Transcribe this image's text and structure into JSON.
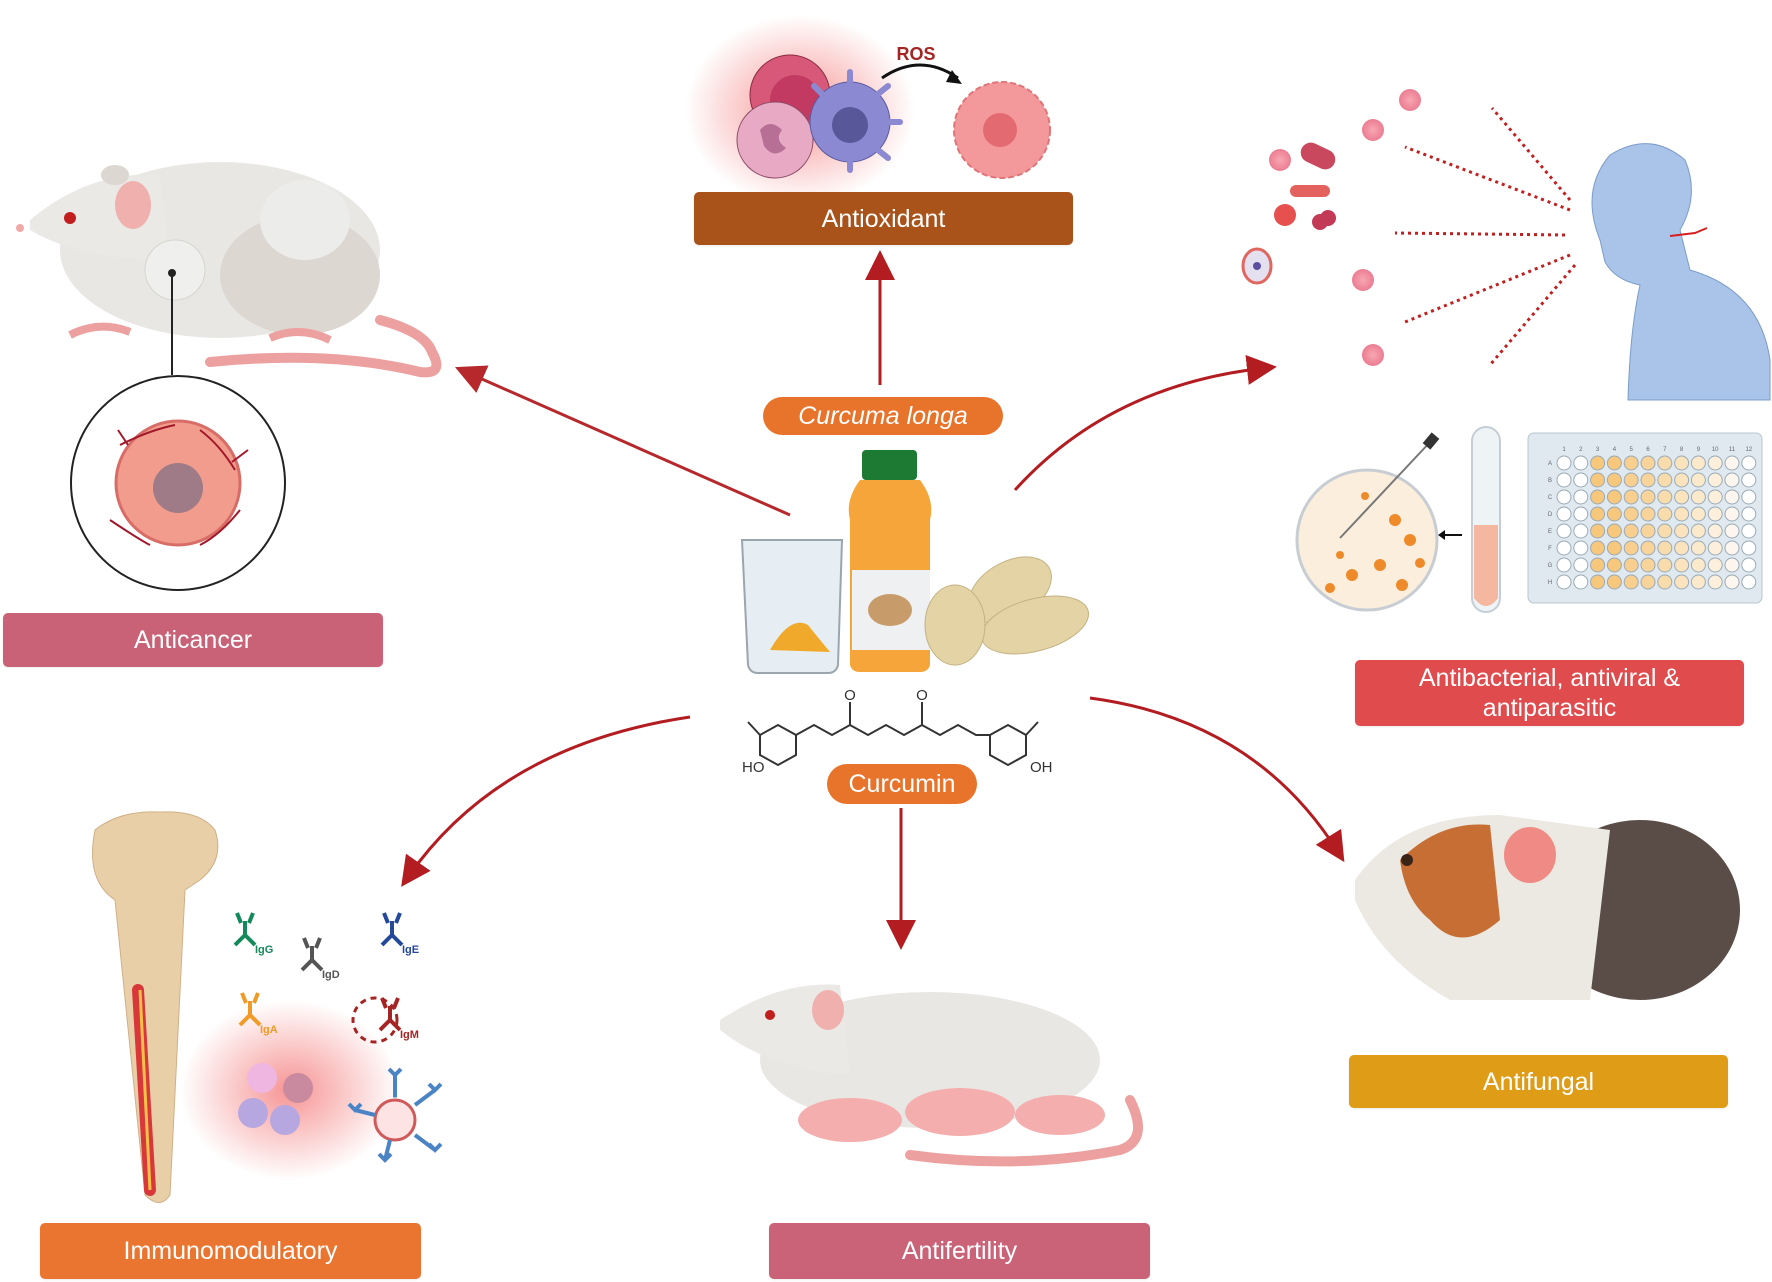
{
  "title": "Curcuma longa / Curcumin biological activities",
  "center": {
    "plant_label": "Curcuma longa",
    "compound_label": "Curcumin",
    "structure_labels": {
      "left_hydroxyl": "HO",
      "right_hydroxyl": "OH",
      "carbonyl": "O"
    }
  },
  "activities": [
    {
      "id": "antioxidant",
      "label": "Antioxidant",
      "color": "#a9531b"
    },
    {
      "id": "anticancer",
      "label": "Anticancer",
      "color": "#c96276"
    },
    {
      "id": "antimicrobial",
      "label": "Antibacterial, antiviral & antiparasitic",
      "color": "#e04b4d"
    },
    {
      "id": "immunomodulatory",
      "label": "Immunomodulatory",
      "color": "#ea7530"
    },
    {
      "id": "antifertility",
      "label": "Antifertility",
      "color": "#ca6378"
    },
    {
      "id": "antifungal",
      "label": "Antifungal",
      "color": "#de9c17"
    }
  ],
  "antioxidant_panel": {
    "ros_label": "ROS"
  },
  "immunoglobulins": [
    {
      "label": "IgG",
      "color": "#138a5a"
    },
    {
      "label": "IgD",
      "color": "#555555"
    },
    {
      "label": "IgE",
      "color": "#24489a"
    },
    {
      "label": "IgA",
      "color": "#f09a28"
    },
    {
      "label": "IgM",
      "color": "#a52424"
    }
  ],
  "well_plate": {
    "columns": [
      "1",
      "2",
      "3",
      "4",
      "5",
      "6",
      "7",
      "8",
      "9",
      "10",
      "11",
      "12"
    ],
    "rows": [
      "A",
      "B",
      "C",
      "D",
      "E",
      "F",
      "G",
      "H"
    ]
  },
  "colors": {
    "arrow": "#b31d21",
    "pill": "#e8732a"
  }
}
